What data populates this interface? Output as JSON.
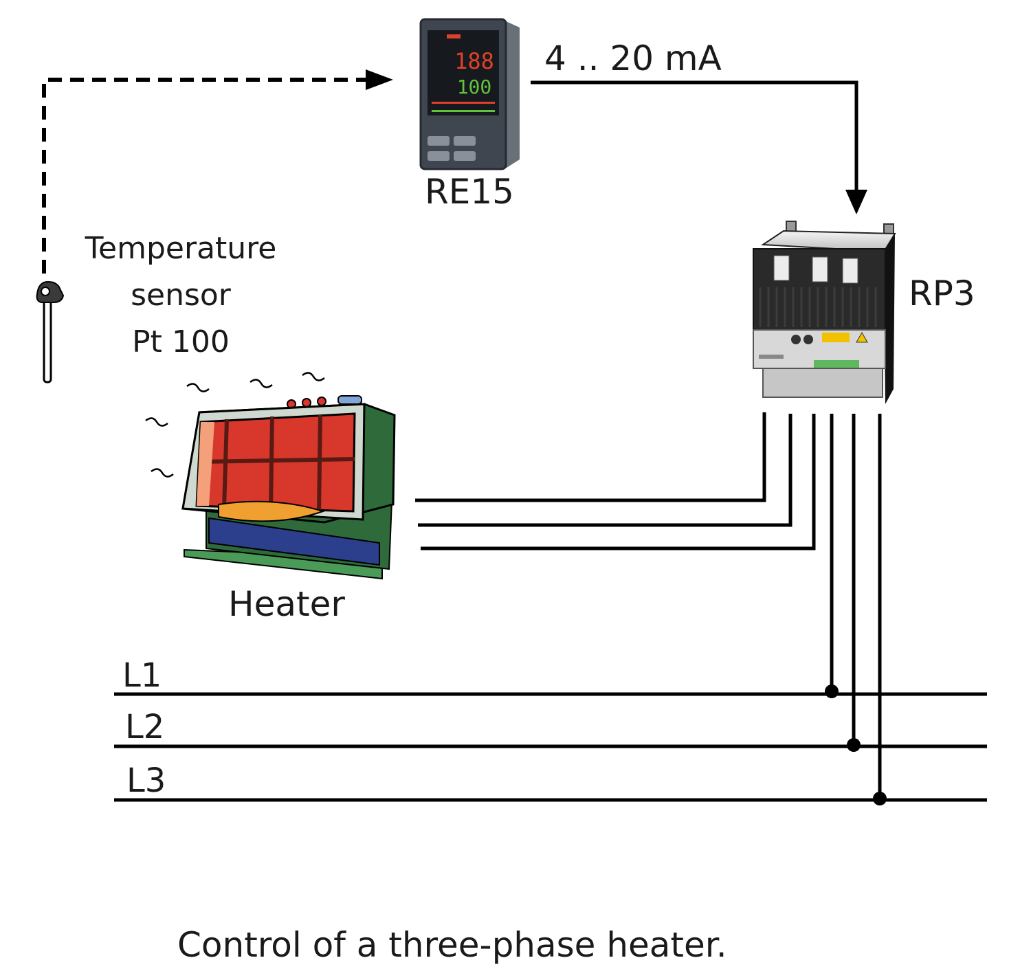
{
  "diagram": {
    "caption": "Control of a three-phase heater.",
    "signal_label": "4 .. 20 mA",
    "controller": {
      "label": "RE15",
      "display_top": "188",
      "display_bottom": "100"
    },
    "power_controller": {
      "label": "RP3"
    },
    "sensor": {
      "line1": "Temperature",
      "line2": "sensor",
      "line3": "Pt 100"
    },
    "heater": {
      "label": "Heater"
    },
    "phases": [
      "L1",
      "L2",
      "L3"
    ],
    "icons": [
      "controller-icon",
      "power-controller-icon",
      "temperature-sensor-icon",
      "heater-icon"
    ],
    "colors": {
      "line": "#000000",
      "controller_body": "#3f4650",
      "display_red": "#e0402a",
      "display_green": "#62c23c",
      "heater_red": "#d8372b",
      "heater_green": "#2f6b3a",
      "heater_blue": "#2b3f8c",
      "rp3_body": "#222222",
      "rp3_yellow": "#f2c200"
    }
  }
}
